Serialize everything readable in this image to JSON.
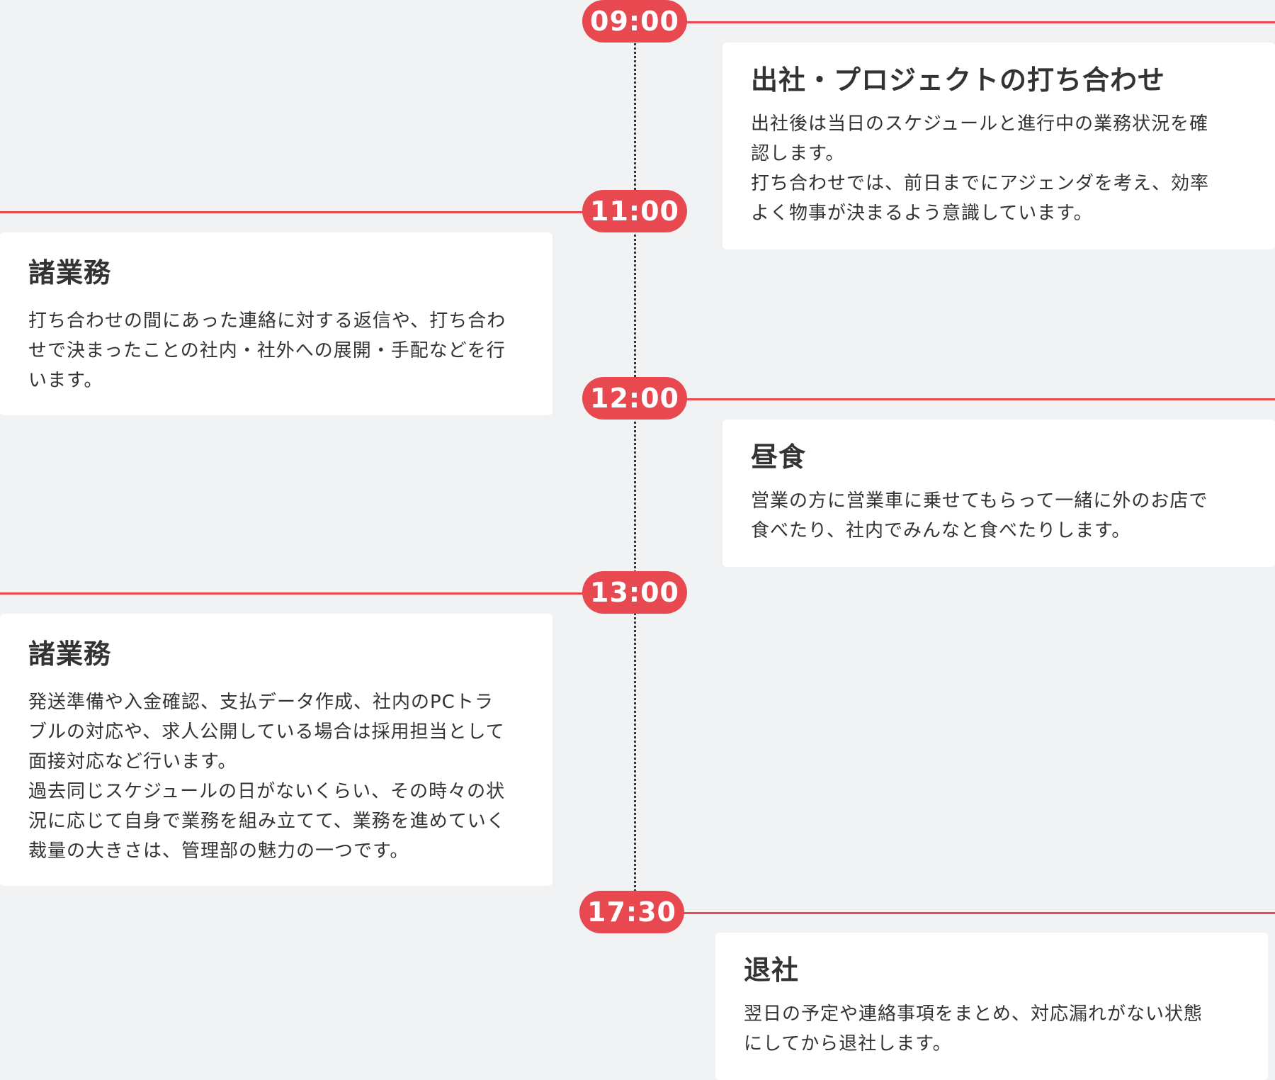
{
  "timeline": [
    {
      "time": "09:00",
      "title": "出社・プロジェクトの打ち合わせ",
      "lines": [
        "出社後は当日のスケジュールと進行中の業務状況を確",
        "認します。",
        "打ち合わせでは、前日までにアジェンダを考え、効率",
        "よく物事が決まるよう意識しています。"
      ]
    },
    {
      "time": "11:00",
      "title": "諸業務",
      "lines": [
        "打ち合わせの間にあった連絡に対する返信や、打ち合わ",
        "せで決まったことの社内・社外への展開・手配などを行",
        "います。"
      ]
    },
    {
      "time": "12:00",
      "title": "昼食",
      "lines": [
        "営業の方に営業車に乗せてもらって一緒に外のお店で",
        "食べたり、社内でみんなと食べたりします。"
      ]
    },
    {
      "time": "13:00",
      "title": "諸業務",
      "lines": [
        "発送準備や入金確認、支払データ作成、社内のPCトラ",
        "ブルの対応や、求人公開している場合は採用担当として",
        "面接対応など行います。",
        "過去同じスケジュールの日がないくらい、その時々の状",
        "況に応じて自身で業務を組み立てて、業務を進めていく",
        "裁量の大きさは、管理部の魅力の一つです。"
      ]
    },
    {
      "time": "17:30",
      "title": "退社",
      "lines": [
        "翌日の予定や連絡事項をまとめ、対応漏れがない状態",
        "にしてから退社します。"
      ]
    }
  ],
  "colors": {
    "accent": "#e8484f",
    "background": "#f0f2f3",
    "card": "#ffffff",
    "text": "#333333"
  }
}
